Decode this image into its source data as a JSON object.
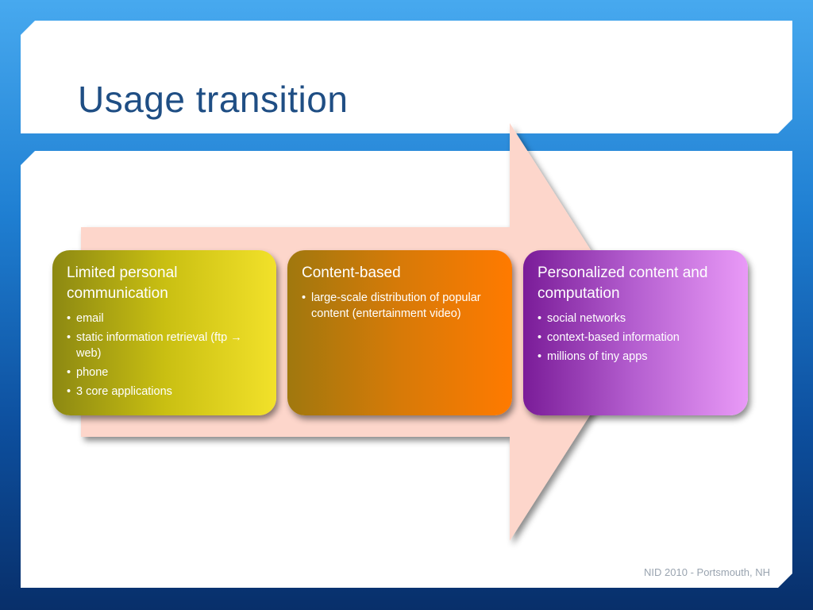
{
  "slide": {
    "title": "Usage transition",
    "footer": "NID 2010 - Portsmouth, NH"
  },
  "boxes": [
    {
      "title": "Limited personal communication",
      "items": [
        "email",
        "static information retrieval (ftp → web)",
        "phone",
        "3 core applications"
      ]
    },
    {
      "title": "Content-based",
      "items": [
        "large-scale distribution of popular content (entertainment video)"
      ]
    },
    {
      "title": "Personalized content and computation",
      "items": [
        "social networks",
        "context-based information",
        "millions of tiny apps"
      ]
    }
  ],
  "colors": {
    "title_text": "#1f4e84",
    "arrow_fill": "#fdd6cb",
    "box1": "#f2e12a",
    "box2": "#ff7a00",
    "box3": "#e99af7"
  }
}
